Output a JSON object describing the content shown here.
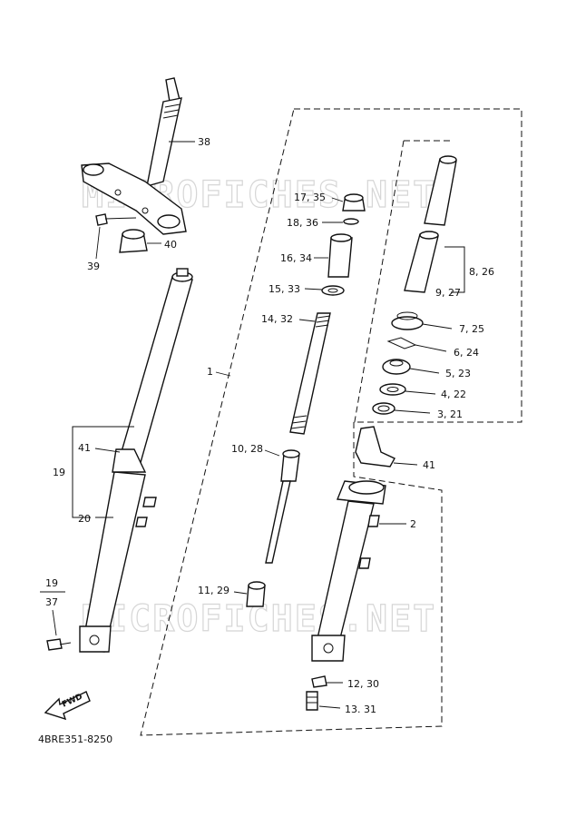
{
  "watermark": "MICROFICHES.NET",
  "diagram_code": "4BRE351-8250",
  "fwd_label": "FWD",
  "callouts": {
    "c38": "38",
    "c39": "39",
    "c40": "40",
    "c1": "1",
    "c17_35": "17, 35",
    "c18_36": "18, 36",
    "c16_34": "16, 34",
    "c15_33": "15, 33",
    "c14_32": "14, 32",
    "c10_28": "10, 28",
    "c11_29": "11, 29",
    "c8_26": "8, 26",
    "c9_27": "9, 27",
    "c7_25": "7, 25",
    "c6_24": "6, 24",
    "c5_23": "5, 23",
    "c4_22": "4, 22",
    "c3_21": "3, 21",
    "c41a": "41",
    "c41b": "41",
    "c19a": "19",
    "c20": "20",
    "c19b": "19",
    "c37": "37",
    "c2": "2",
    "c12_30": "12, 30",
    "c13_31": "13. 31"
  }
}
